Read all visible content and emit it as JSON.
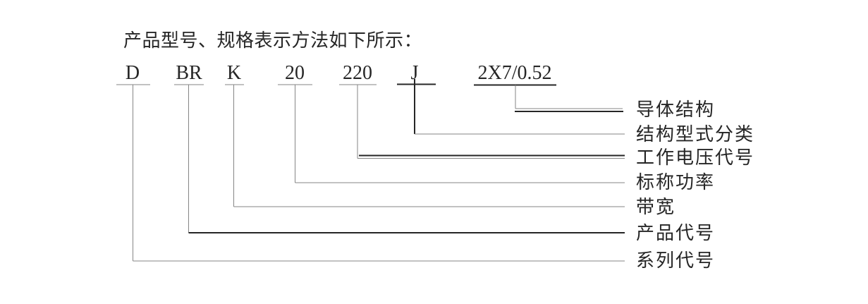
{
  "title": "产品型号、规格表示方法如下所示：",
  "model": {
    "parts": [
      {
        "code": "D",
        "label": "系列代号"
      },
      {
        "code": "BR",
        "label": "产品代号"
      },
      {
        "code": "K",
        "label": "带宽"
      },
      {
        "code": "20",
        "label": "标称功率"
      },
      {
        "code": "220",
        "label": "工作电压代号"
      },
      {
        "code": "J",
        "label": "结构型式分类"
      },
      {
        "code": "2X7/0.52",
        "label": "导体结构"
      }
    ]
  },
  "colors": {
    "text": "#262626",
    "line_gray": "#858585",
    "line_dark": "#262626",
    "background": "#ffffff"
  }
}
